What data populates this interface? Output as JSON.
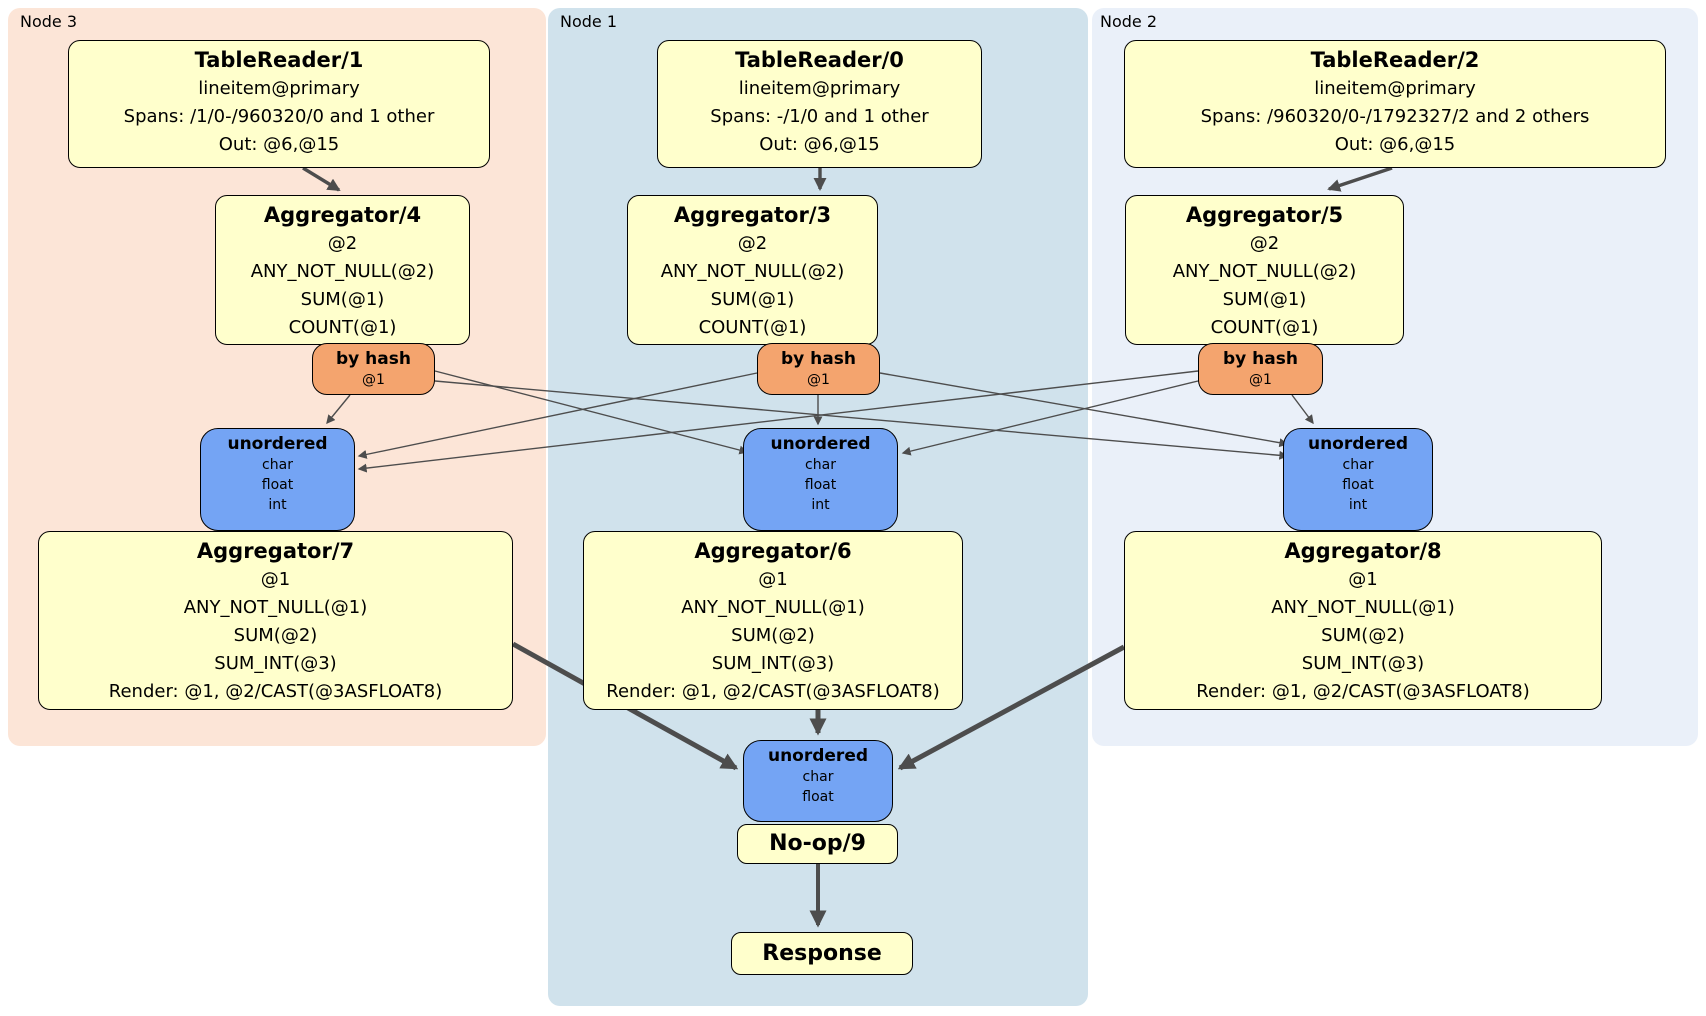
{
  "colors": {
    "node3_bg": "#fce5d7",
    "node1_bg": "#d0e2ec",
    "node2_bg": "#eaf0f9",
    "box_yellow": "#ffffcc",
    "router_orange": "#f4a46e",
    "sync_blue": "#74a4f4",
    "edge_gray": "#4d4d4d"
  },
  "panels": {
    "node3": {
      "label": "Node 3"
    },
    "node1": {
      "label": "Node 1"
    },
    "node2": {
      "label": "Node 2"
    }
  },
  "boxes": {
    "tr1": {
      "title": "TableReader/1",
      "lines": [
        "lineitem@primary",
        "Spans: /1/0-/960320/0 and 1 other",
        "Out: @6,@15"
      ]
    },
    "tr0": {
      "title": "TableReader/0",
      "lines": [
        "lineitem@primary",
        "Spans: -/1/0 and 1 other",
        "Out: @6,@15"
      ]
    },
    "tr2": {
      "title": "TableReader/2",
      "lines": [
        "lineitem@primary",
        "Spans: /960320/0-/1792327/2 and 2 others",
        "Out: @6,@15"
      ]
    },
    "agg4": {
      "title": "Aggregator/4",
      "lines": [
        "@2",
        "ANY_NOT_NULL(@2)",
        "SUM(@1)",
        "COUNT(@1)"
      ]
    },
    "agg3": {
      "title": "Aggregator/3",
      "lines": [
        "@2",
        "ANY_NOT_NULL(@2)",
        "SUM(@1)",
        "COUNT(@1)"
      ]
    },
    "agg5": {
      "title": "Aggregator/5",
      "lines": [
        "@2",
        "ANY_NOT_NULL(@2)",
        "SUM(@1)",
        "COUNT(@1)"
      ]
    },
    "byhash3": {
      "title": "by hash",
      "lines": [
        "@1"
      ]
    },
    "byhash1": {
      "title": "by hash",
      "lines": [
        "@1"
      ]
    },
    "byhash2": {
      "title": "by hash",
      "lines": [
        "@1"
      ]
    },
    "un3": {
      "title": "unordered",
      "lines": [
        "char",
        "float",
        "int"
      ]
    },
    "un1": {
      "title": "unordered",
      "lines": [
        "char",
        "float",
        "int"
      ]
    },
    "un2": {
      "title": "unordered",
      "lines": [
        "char",
        "float",
        "int"
      ]
    },
    "agg7": {
      "title": "Aggregator/7",
      "lines": [
        "@1",
        "ANY_NOT_NULL(@1)",
        "SUM(@2)",
        "SUM_INT(@3)",
        "Render: @1, @2/CAST(@3ASFLOAT8)"
      ]
    },
    "agg6": {
      "title": "Aggregator/6",
      "lines": [
        "@1",
        "ANY_NOT_NULL(@1)",
        "SUM(@2)",
        "SUM_INT(@3)",
        "Render: @1, @2/CAST(@3ASFLOAT8)"
      ]
    },
    "agg8": {
      "title": "Aggregator/8",
      "lines": [
        "@1",
        "ANY_NOT_NULL(@1)",
        "SUM(@2)",
        "SUM_INT(@3)",
        "Render: @1, @2/CAST(@3ASFLOAT8)"
      ]
    },
    "unout": {
      "title": "unordered",
      "lines": [
        "char",
        "float"
      ]
    },
    "noop": {
      "title": "No-op/9"
    },
    "response": {
      "title": "Response"
    }
  }
}
